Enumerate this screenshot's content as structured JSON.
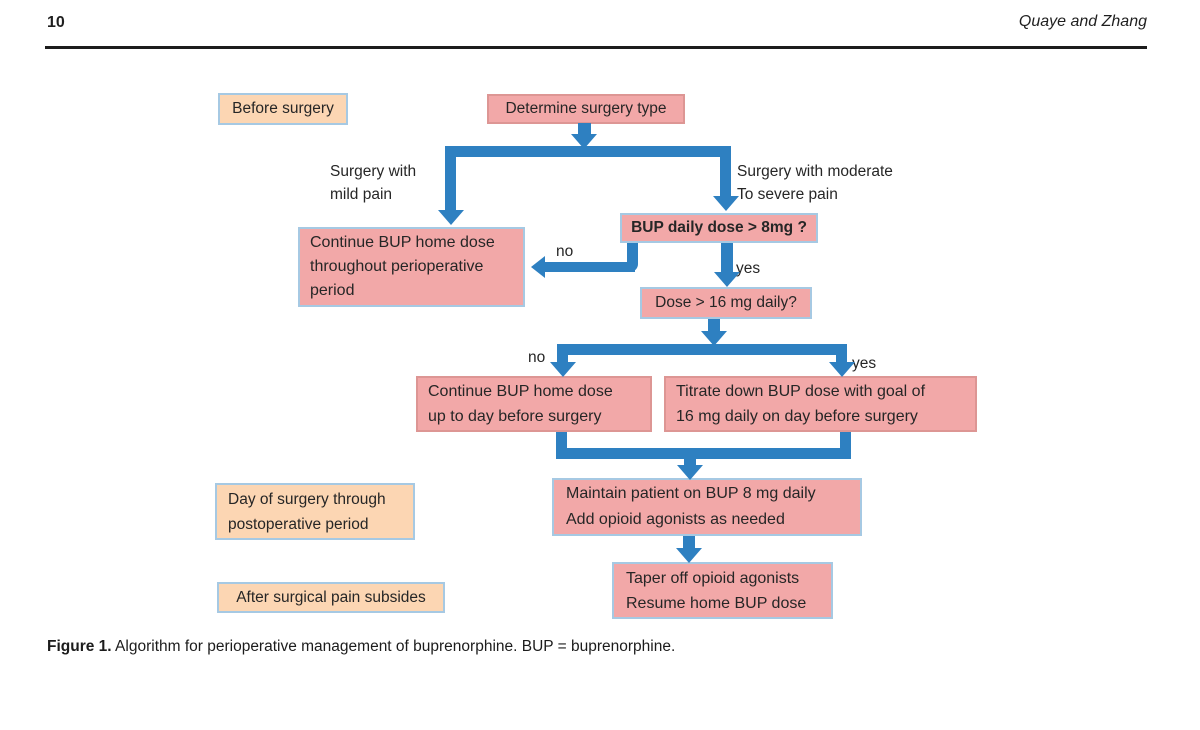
{
  "page": {
    "number": "10",
    "running_head": "Quaye and Zhang"
  },
  "caption": {
    "label": "Figure 1.",
    "text": " Algorithm for perioperative management of buprenorphine. BUP = buprenorphine."
  },
  "colors": {
    "arrow_blue": "#2e80c1",
    "node_pink": "#f2a8a8",
    "node_peach": "#fcd6b3",
    "border_blue": "#a6c9e3",
    "border_salmon": "#dd9694"
  },
  "flowchart": {
    "stages": {
      "before_surgery": "Before surgery",
      "day_of_surgery": "Day of surgery through\npostoperative period",
      "after_pain": "After surgical pain subsides"
    },
    "nodes": {
      "determine": "Determine surgery type",
      "continue_throughout": "Continue BUP home dose\nthroughout perioperative\nperiod",
      "bup_gt8": "BUP daily dose > 8mg ?",
      "dose_gt16": "Dose > 16 mg daily?",
      "continue_upto": "Continue BUP home dose\nup to day before surgery",
      "titrate": "Titrate down BUP dose with goal of\n16 mg daily on day before surgery",
      "maintain": "Maintain patient on BUP 8 mg daily\nAdd opioid agonists as needed",
      "taper": "Taper off opioid agonists\nResume home BUP dose"
    },
    "labels": {
      "mild": "Surgery with\nmild pain",
      "moderate": "Surgery with moderate\nTo severe pain",
      "no1": "no",
      "yes1": "yes",
      "no2": "no",
      "yes2": "yes"
    }
  }
}
